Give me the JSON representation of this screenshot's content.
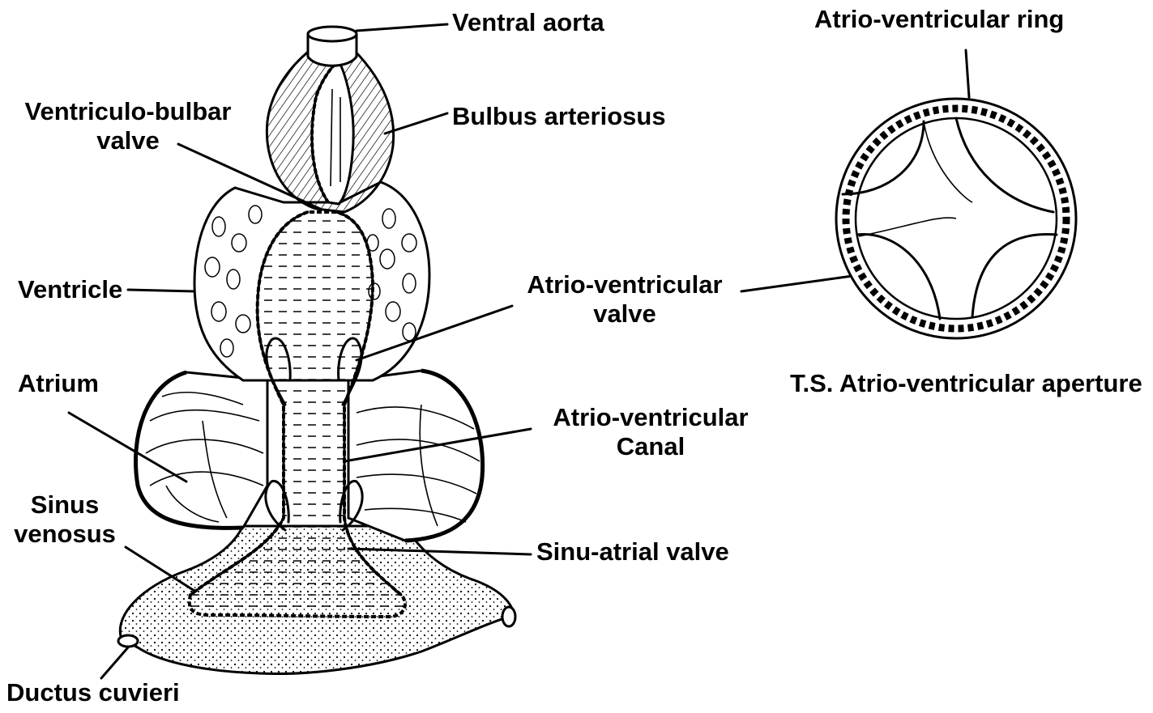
{
  "labels": {
    "ventral_aorta": "Ventral aorta",
    "bulbus_arteriosus": "Bulbus arteriosus",
    "ventriculo_bulbar_valve": [
      "Ventriculo-bulbar",
      "valve"
    ],
    "ventricle": "Ventricle",
    "atrium": "Atrium",
    "sinus_venosus": [
      "Sinus",
      "venosus"
    ],
    "ductus_cuvieri": "Ductus cuvieri",
    "atrio_ventricular_valve": [
      "Atrio-ventricular",
      "valve"
    ],
    "atrio_ventricular_canal": [
      "Atrio-ventricular",
      "Canal"
    ],
    "sinu_atrial_valve": "Sinu-atrial valve",
    "atrio_ventricular_ring": "Atrio-ventricular ring",
    "ts_caption": "T.S. Atrio-ventricular aperture"
  }
}
